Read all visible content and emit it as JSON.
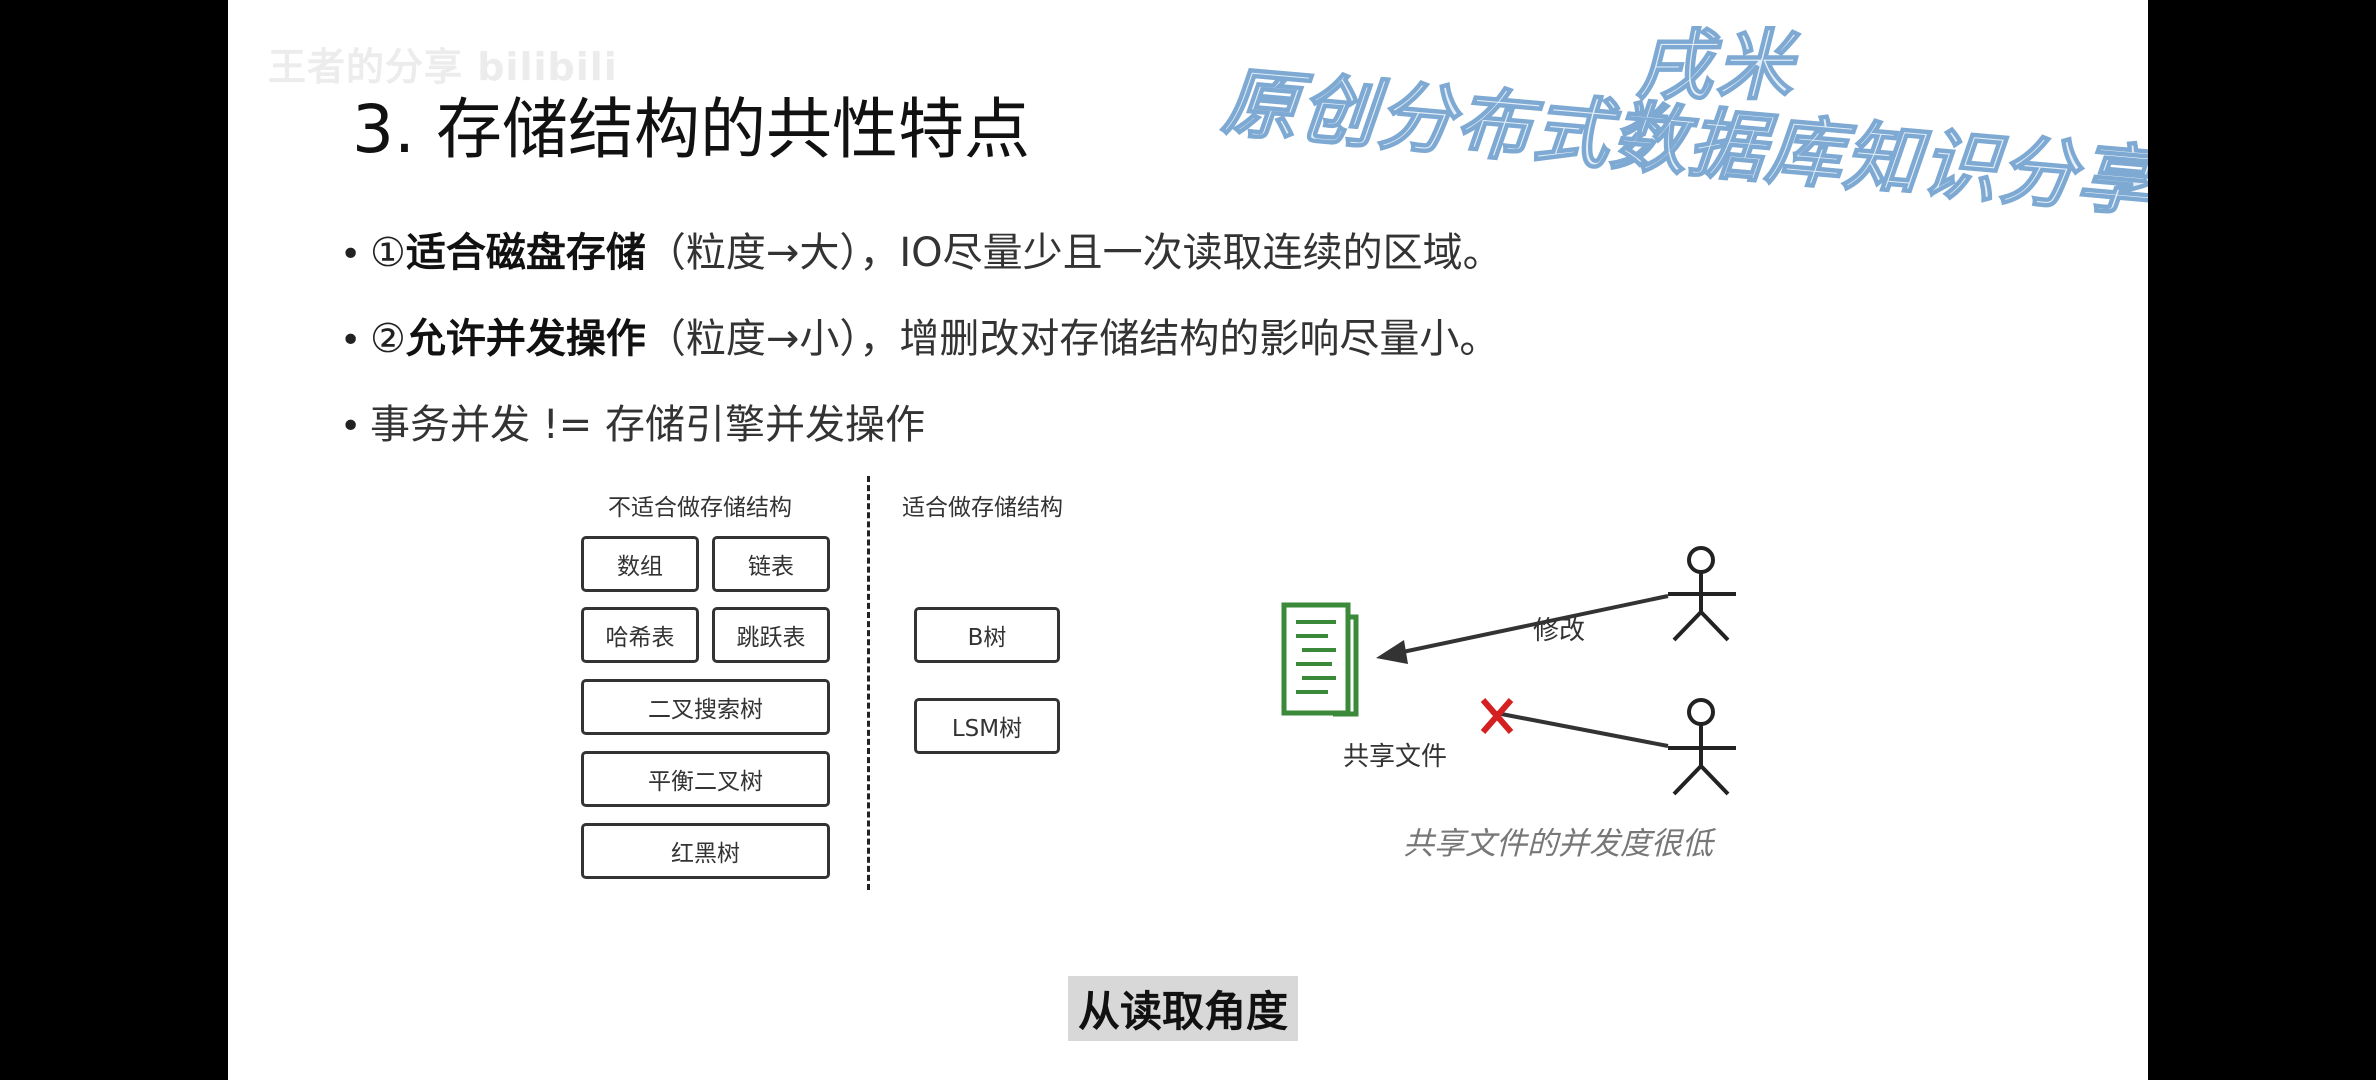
{
  "watermark": {
    "logo": "王者的分享 bilibili",
    "author": "戌米",
    "title": "原创分布式数据库知识分享"
  },
  "slide": {
    "title": "3. 存储结构的共性特点",
    "bullets": [
      {
        "num": "①",
        "bold": "适合磁盘存储",
        "rest": "（粒度→大），IO尽量少且一次读取连续的区域。"
      },
      {
        "num": "②",
        "bold": "允许并发操作",
        "rest": "（粒度→小），增删改对存储结构的影响尽量小。"
      },
      {
        "num": "",
        "bold": "",
        "rest": "事务并发 != 存储引擎并发操作"
      }
    ]
  },
  "diagram": {
    "unsuitable_heading": "不适合做存储结构",
    "suitable_heading": "适合做存储结构",
    "unsuitable": [
      "数组",
      "链表",
      "哈希表",
      "跳跃表",
      "二叉搜索树",
      "平衡二叉树",
      "红黑树"
    ],
    "suitable": [
      "B树",
      "LSM树"
    ],
    "modify_label": "修改",
    "shared_file_label": "共享文件",
    "caption": "共享文件的并发度很低"
  },
  "subtitle": "从读取角度",
  "colors": {
    "file_green": "#3a8a3a",
    "cross_red": "#d42020",
    "watermark_blue": "#7ea9d3"
  }
}
